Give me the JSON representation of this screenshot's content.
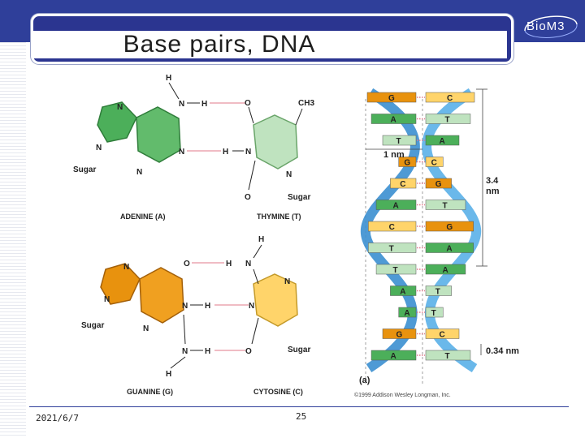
{
  "slide": {
    "title": "Base pairs, DNA",
    "logo": "BioM3",
    "date": "2021/6/7",
    "page_number": "25"
  },
  "figure": {
    "atoms": {
      "N": "N",
      "H": "H",
      "O": "O",
      "CH3": "CH3",
      "Sugar": "Sugar"
    },
    "adenine_label": "ADENINE (A)",
    "thymine_label": "THYMINE (T)",
    "guanine_label": "GUANINE (G)",
    "cytosine_label": "CYTOSINE (C)",
    "helix_width": "1 nm",
    "helix_pitch_a": "3.4",
    "helix_pitch_b": "nm",
    "base_spacing": "0.34 nm",
    "panel": "(a)",
    "copyright": "©1999 Addison Wesley Longman, Inc."
  },
  "helix_pairs": [
    {
      "left": "G",
      "right": "C"
    },
    {
      "left": "A",
      "right": "T"
    },
    {
      "left": "T",
      "right": "A"
    },
    {
      "left": "G",
      "right": "C"
    },
    {
      "left": "C",
      "right": "G"
    },
    {
      "left": "A",
      "right": "T"
    },
    {
      "left": "C",
      "right": "G"
    },
    {
      "left": "T",
      "right": "A"
    },
    {
      "left": "T",
      "right": "A"
    },
    {
      "left": "A",
      "right": "T"
    },
    {
      "left": "A",
      "right": "T"
    },
    {
      "left": "G",
      "right": "C"
    },
    {
      "left": "A",
      "right": "T"
    }
  ],
  "colors": {
    "band": "#2f3f9a",
    "adenine": "#4caf5a",
    "thymine": "#bfe3bf",
    "guanine": "#e8920e",
    "cytosine": "#ffd46a",
    "strand": "#3b8fd0",
    "hbond": "#e07a8a"
  }
}
